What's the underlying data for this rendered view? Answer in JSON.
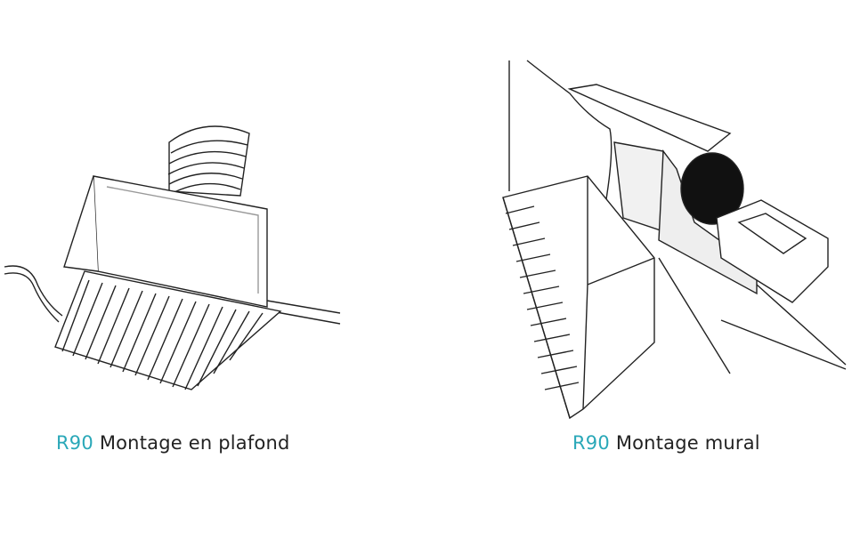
{
  "figures": [
    {
      "model": "R90",
      "caption": "Montage en plafond",
      "illustration": "ceiling-mount-illustration"
    },
    {
      "model": "R90",
      "caption": "Montage mural",
      "illustration": "wall-mount-illustration"
    }
  ],
  "colors": {
    "accent": "#2aa8b8",
    "text": "#222222"
  }
}
